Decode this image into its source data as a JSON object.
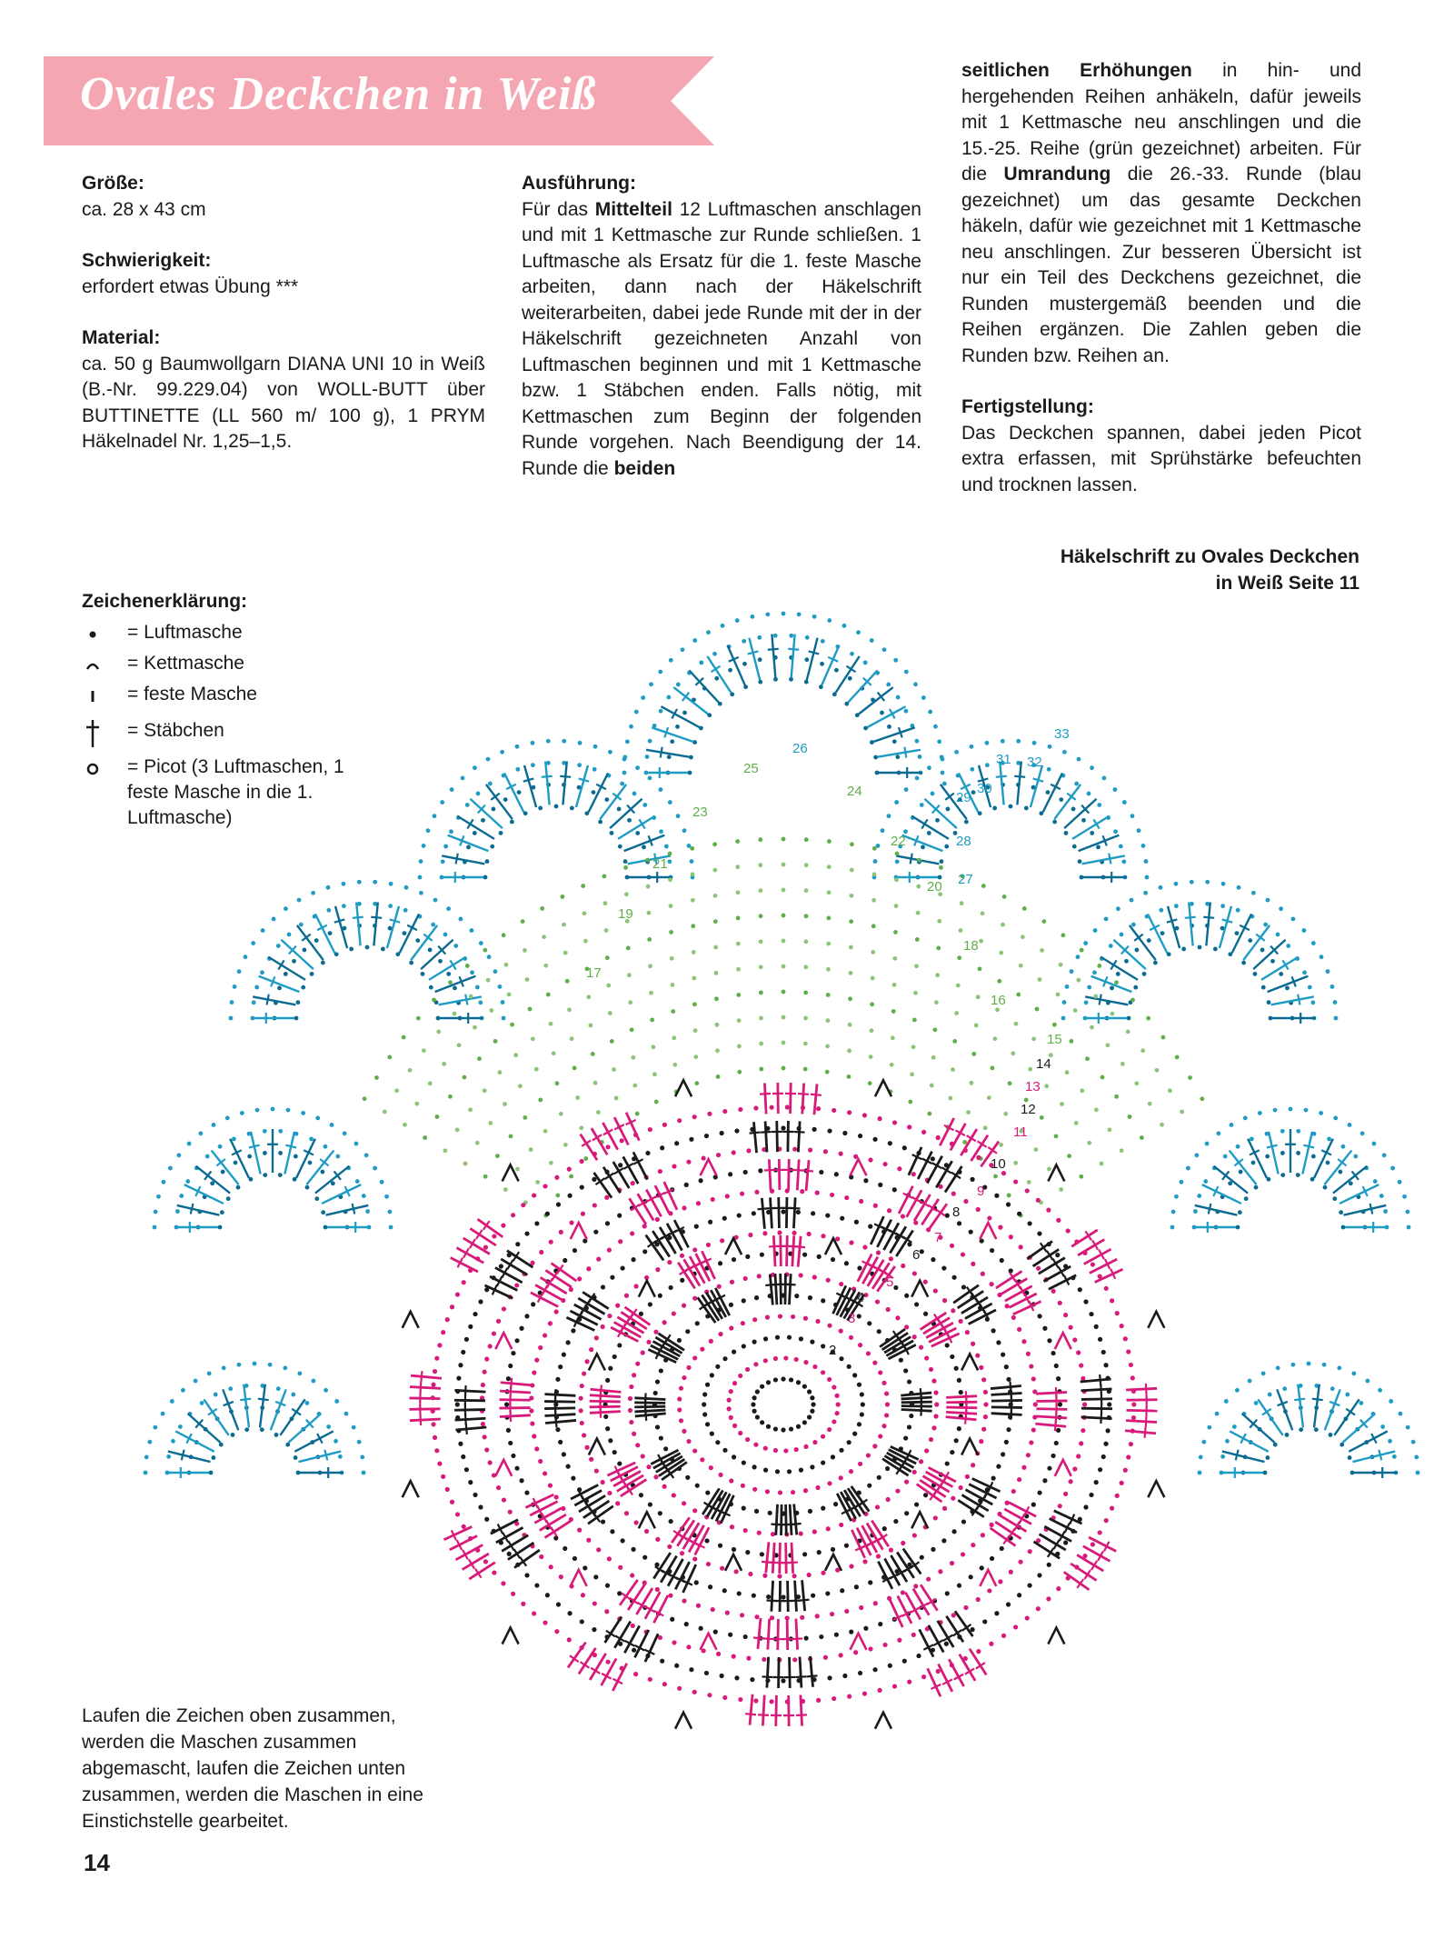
{
  "title": "Ovales Deckchen in Weiß",
  "colors": {
    "banner": "#f4a7b2",
    "pink": "#d81b7b",
    "black": "#1a1a1a",
    "green": "#5fae4a",
    "blue": "#1e9cc4",
    "darkblue": "#0b6b91"
  },
  "left": {
    "size_heading": "Größe:",
    "size_text": "ca. 28 x 43 cm",
    "difficulty_heading": "Schwierigkeit:",
    "difficulty_text": "erfordert etwas Übung ***",
    "material_heading": "Material:",
    "material_text": "ca. 50 g Baumwollgarn DIANA UNI 10 in Weiß (B.-Nr. 99.229.04) von WOLL-BUTT über BUTTINETTE (LL 560 m/ 100 g), 1 PRYM Häkelnadel Nr. 1,25–1,5."
  },
  "middle": {
    "heading": "Ausführung:",
    "p_before": "Für das ",
    "p_bold1": "Mitteltei",
    "p_l": "l",
    "p_after": " 12 Luftmaschen anschlagen und mit 1 Kettmasche zur Runde schließen. 1 Luftmasche als Ersatz für die 1. feste Masche arbeiten, dann nach der Häkelschrift weiterarbeiten, dabei jede Runde mit der in der Häkelschrift gezeichneten Anzahl von Luftmaschen beginnen und mit 1 Kettmasche bzw. 1 Stäbchen enden. Falls nötig, mit Kettmaschen zum Beginn der folgenden Runde vorgehen. Nach Beendigung der 14. Runde die ",
    "p_bold2": "beiden"
  },
  "right": {
    "p_bold1": "seitlichen Erhöhungen",
    "p_mid1": " in hin- und hergehenden Reihen anhäkeln, dafür jeweils mit 1 Kettmasche neu anschlingen und die 15.-25. Reihe (grün gezeichnet) arbeiten. Für die ",
    "p_bold2": "Umrandung",
    "p_mid2": " die 26.-33. Runde (blau gezeichnet) um das gesamte Deckchen häkeln, dafür wie gezeichnet mit 1 Kettmasche neu anschlingen. Zur besseren Übersicht ist nur ein Teil des Deckchens gezeichnet, die Runden mustergemäß beenden und die Reihen ergänzen. Die Zahlen geben die Runden bzw. Reihen an.",
    "finish_heading": "Fertigstellung:",
    "finish_text": "Das Deckchen spannen, dabei jeden Picot extra erfassen, mit Sprühstärke befeuchten und trocknen lassen."
  },
  "diagram_caption": {
    "line1": "Häkelschrift zu Ovales Deckchen",
    "line2": "in Weiß Seite 11"
  },
  "legend": {
    "heading": "Zeichenerklärung:",
    "items": [
      {
        "icon": "dot-icon",
        "text": "= Luftmasche"
      },
      {
        "icon": "arc-icon",
        "text": "= Kettmasche"
      },
      {
        "icon": "bar-icon",
        "text": "= feste Masche"
      },
      {
        "icon": "cross-icon",
        "text": "= Stäbchen"
      },
      {
        "icon": "ring-icon",
        "text": "= Picot (3 Luftmaschen, 1 feste Masche in die 1. Luftmasche)"
      }
    ]
  },
  "note": "Laufen die Zeichen oben zusammen, werden die Maschen zusammen abgemascht, laufen die Zeichen unten zusammen, werden die Maschen in eine Einstichstelle gearbeitet.",
  "page_number": "14",
  "round_labels": [
    {
      "text": "2",
      "color": "black"
    },
    {
      "text": "3",
      "color": "pink"
    },
    {
      "text": "4",
      "color": "black"
    },
    {
      "text": "5",
      "color": "pink"
    },
    {
      "text": "6",
      "color": "black"
    },
    {
      "text": "7",
      "color": "pink"
    },
    {
      "text": "8",
      "color": "black"
    },
    {
      "text": "9",
      "color": "pink"
    },
    {
      "text": "10",
      "color": "black"
    },
    {
      "text": "11",
      "color": "pink"
    },
    {
      "text": "12",
      "color": "black"
    },
    {
      "text": "13",
      "color": "pink"
    },
    {
      "text": "14",
      "color": "black"
    },
    {
      "text": "15",
      "color": "green"
    },
    {
      "text": "16",
      "color": "green"
    },
    {
      "text": "17",
      "color": "green"
    },
    {
      "text": "18",
      "color": "green"
    },
    {
      "text": "19",
      "color": "green"
    },
    {
      "text": "20",
      "color": "green"
    },
    {
      "text": "21",
      "color": "green"
    },
    {
      "text": "22",
      "color": "green"
    },
    {
      "text": "23",
      "color": "green"
    },
    {
      "text": "24",
      "color": "green"
    },
    {
      "text": "25",
      "color": "green"
    },
    {
      "text": "26",
      "color": "blue"
    },
    {
      "text": "27",
      "color": "blue"
    },
    {
      "text": "28",
      "color": "blue"
    },
    {
      "text": "29",
      "color": "blue"
    },
    {
      "text": "30",
      "color": "blue"
    },
    {
      "text": "31",
      "color": "blue"
    },
    {
      "text": "32",
      "color": "blue"
    },
    {
      "text": "33",
      "color": "blue"
    }
  ]
}
